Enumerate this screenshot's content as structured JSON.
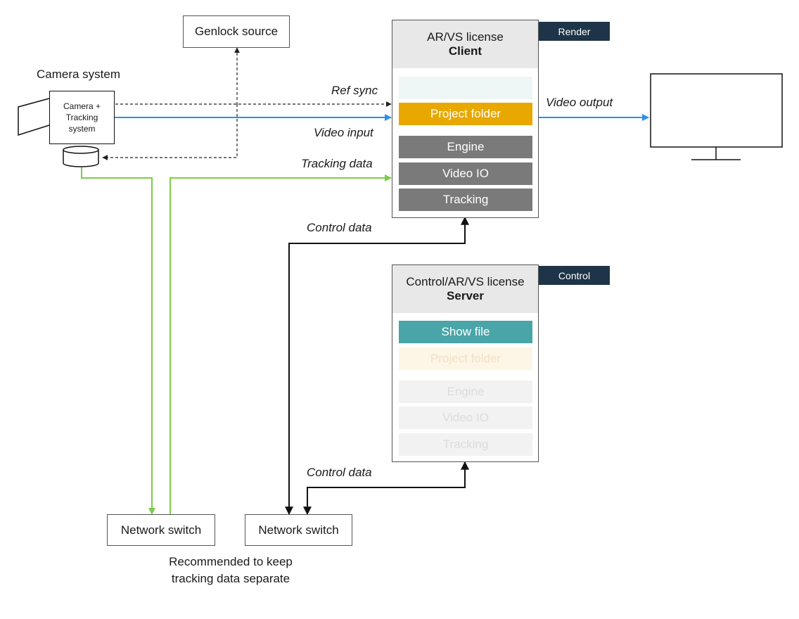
{
  "genlock": {
    "label": "Genlock source"
  },
  "camera": {
    "title": "Camera system",
    "box_label": "Camera + Tracking system"
  },
  "client": {
    "license": "AR/VS license",
    "role": "Client",
    "tag": "Render",
    "modules": [
      {
        "label": "",
        "color": "#eef6f6",
        "text_color": "#ffffff"
      },
      {
        "label": "Project folder",
        "color": "#e8a800",
        "text_color": "#ffffff"
      },
      {
        "label": "Engine",
        "color": "#7a7a7a",
        "text_color": "#ffffff"
      },
      {
        "label": "Video IO",
        "color": "#7a7a7a",
        "text_color": "#ffffff"
      },
      {
        "label": "Tracking",
        "color": "#7a7a7a",
        "text_color": "#ffffff"
      }
    ]
  },
  "server": {
    "license": "Control/AR/VS license",
    "role": "Server",
    "tag": "Control",
    "modules": [
      {
        "label": "Show file",
        "color": "#4aa5a8",
        "text_color": "#ffffff"
      },
      {
        "label": "Project folder",
        "color": "#fdf5e6",
        "text_color": "#f0e2c4"
      },
      {
        "label": "Engine",
        "color": "#f2f2f2",
        "text_color": "#dcdcdc"
      },
      {
        "label": "Video IO",
        "color": "#f2f2f2",
        "text_color": "#dcdcdc"
      },
      {
        "label": "Tracking",
        "color": "#f2f2f2",
        "text_color": "#dcdcdc"
      }
    ]
  },
  "edges": {
    "ref_sync": "Ref sync",
    "video_input": "Video input",
    "tracking_data": "Tracking data",
    "video_output": "Video output",
    "control_data_1": "Control data",
    "control_data_2": "Control data"
  },
  "switches": {
    "left": "Network switch",
    "right": "Network switch"
  },
  "note": {
    "line1": "Recommended to keep",
    "line2": "tracking data separate"
  },
  "colors": {
    "video": "#2f8fe6",
    "tracking": "#7dcc4a",
    "control": "#111111",
    "sync": "#222222"
  }
}
